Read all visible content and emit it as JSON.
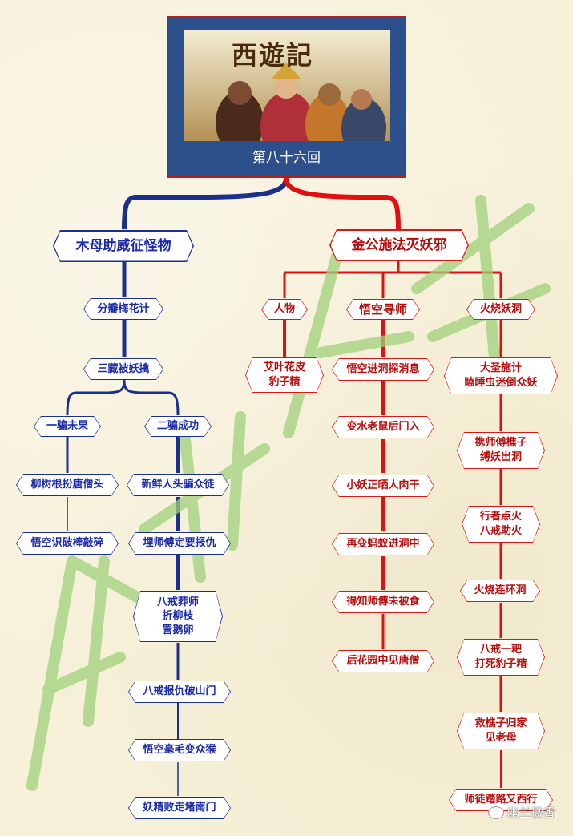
{
  "root": {
    "label": "第八十六回",
    "poster_title": "西遊記"
  },
  "left": {
    "title": "木母助威征怪物",
    "chain": [
      "分瓣梅花计",
      "三藏被妖擒"
    ],
    "branch_a": {
      "title": "一骗未果",
      "items": [
        "柳树根扮唐僧头",
        "悟空识破棒敲碎"
      ]
    },
    "branch_b": {
      "title": "二骗成功",
      "items": [
        "新鲜人头骗众徒",
        "埋师傅定要报仇",
        "八戒葬师\n折柳枝\n詈鹅卵",
        "八戒报仇破山门",
        "悟空毫毛变众猴",
        "妖精败走堵南门"
      ]
    }
  },
  "right": {
    "title": "金公施法灭妖邪",
    "col1": {
      "title": "人物",
      "items": [
        "艾叶花皮\n豹子精"
      ]
    },
    "col2": {
      "title": "悟空寻师",
      "items": [
        "悟空进洞探消息",
        "变水老鼠后门入",
        "小妖正晒人肉干",
        "再变蚂蚁进洞中",
        "得知师傅未被食",
        "后花园中见唐僧"
      ]
    },
    "col3": {
      "title": "火烧妖洞",
      "items": [
        "大圣施计\n瞌睡虫迷倒众妖",
        "携师傅樵子\n缚妖出洞",
        "行者点火\n八戒助火",
        "火烧连环洞",
        "八戒一耙\n打死豹子精",
        "救樵子归家\n见老母",
        "师徒踏路又西行"
      ]
    }
  },
  "watermark": "幽兰微香",
  "credit": "幽兰微香",
  "colors": {
    "blue": "#1c2f8a",
    "red": "#d61818",
    "root_bg": "#2d4f8c"
  }
}
